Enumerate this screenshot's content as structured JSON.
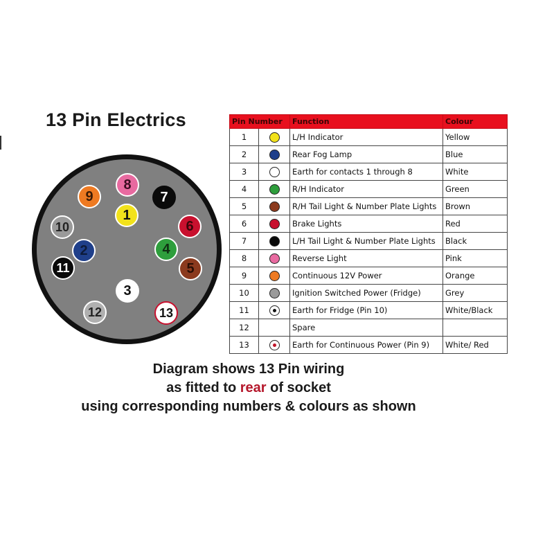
{
  "title": "13 Pin Electrics",
  "table": {
    "headers": [
      "Pin Number",
      "Function",
      "Colour"
    ],
    "rows": [
      {
        "pin": "1",
        "function": "L/H Indicator",
        "colour": "Yellow",
        "fill": "#f2e21b",
        "earth": ""
      },
      {
        "pin": "2",
        "function": "Rear Fog Lamp",
        "colour": "Blue",
        "fill": "#1f3f8a",
        "earth": ""
      },
      {
        "pin": "3",
        "function": "Earth for contacts 1 through 8",
        "colour": "White",
        "fill": "#ffffff",
        "earth": ""
      },
      {
        "pin": "4",
        "function": "R/H Indicator",
        "colour": "Green",
        "fill": "#2e9e3c",
        "earth": ""
      },
      {
        "pin": "5",
        "function": "R/H Tail Light & Number Plate Lights",
        "colour": "Brown",
        "fill": "#8b3a1e",
        "earth": ""
      },
      {
        "pin": "6",
        "function": "Brake Lights",
        "colour": "Red",
        "fill": "#c8102e",
        "earth": ""
      },
      {
        "pin": "7",
        "function": "L/H Tail Light & Number Plate Lights",
        "colour": "Black",
        "fill": "#0a0a0a",
        "earth": ""
      },
      {
        "pin": "8",
        "function": "Reverse Light",
        "colour": "Pink",
        "fill": "#e86aa0",
        "earth": ""
      },
      {
        "pin": "9",
        "function": "Continuous 12V Power",
        "colour": "Orange",
        "fill": "#ee7a22",
        "earth": ""
      },
      {
        "pin": "10",
        "function": "Ignition Switched Power (Fridge)",
        "colour": "Grey",
        "fill": "#9a9a9a",
        "earth": ""
      },
      {
        "pin": "11",
        "function": "Earth for Fridge (Pin 10)",
        "colour": "White/Black",
        "fill": "#ffffff",
        "earth": "black"
      },
      {
        "pin": "12",
        "function": "Spare",
        "colour": "",
        "fill": "",
        "earth": ""
      },
      {
        "pin": "13",
        "function": "Earth for Continuous Power (Pin 9)",
        "colour": "White/ Red",
        "fill": "#ffffff",
        "earth": "red"
      }
    ]
  },
  "socket_pins": [
    {
      "label": "1",
      "fill": "#f2e21b",
      "text": "#111111",
      "ring": "#ffffff"
    },
    {
      "label": "2",
      "fill": "#1f3f8a",
      "text": "#0d1b3a",
      "ring": "#ffffff"
    },
    {
      "label": "3",
      "fill": "#ffffff",
      "text": "#111111",
      "ring": "#ffffff"
    },
    {
      "label": "4",
      "fill": "#2e9e3c",
      "text": "#0f2f12",
      "ring": "#ffffff"
    },
    {
      "label": "5",
      "fill": "#8b3a1e",
      "text": "#2a0e05",
      "ring": "#ffffff"
    },
    {
      "label": "6",
      "fill": "#c8102e",
      "text": "#3a0509",
      "ring": "#ffffff"
    },
    {
      "label": "7",
      "fill": "#0a0a0a",
      "text": "#ffffff",
      "ring": "#0a0a0a"
    },
    {
      "label": "8",
      "fill": "#e86aa0",
      "text": "#3a0d20",
      "ring": "#ffffff"
    },
    {
      "label": "9",
      "fill": "#ee7a22",
      "text": "#3a1a05",
      "ring": "#ffffff"
    },
    {
      "label": "10",
      "fill": "#9a9a9a",
      "text": "#222222",
      "ring": "#ffffff"
    },
    {
      "label": "11",
      "fill": "#0a0a0a",
      "text": "#ffffff",
      "ring": "#ffffff"
    },
    {
      "label": "12",
      "fill": "#b0b0b0",
      "text": "#222222",
      "ring": "#ffffff"
    },
    {
      "label": "13",
      "fill": "#ffffff",
      "text": "#111111",
      "ring": "#c8102e"
    }
  ],
  "caption": {
    "line1": "Diagram shows 13 Pin wiring",
    "line2_pre": "as fitted to ",
    "line2_highlight": "rear",
    "line2_post": " of socket",
    "line3": "using corresponding numbers & colours as shown"
  },
  "colors": {
    "header_red": "#e8101e",
    "highlight_red": "#b5172b",
    "socket_grey": "#808080"
  }
}
